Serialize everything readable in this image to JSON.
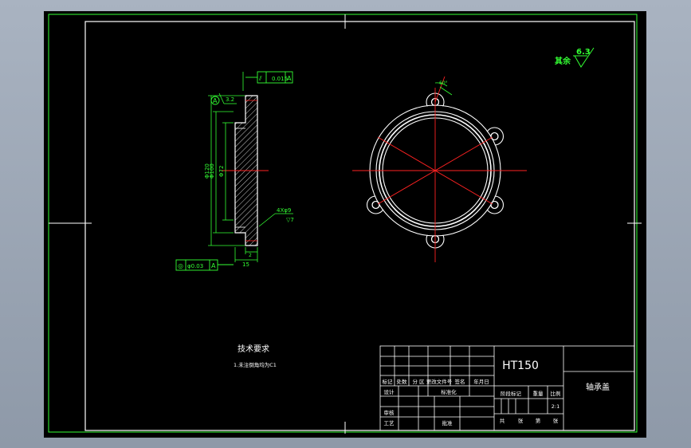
{
  "drawing": {
    "tech_requirements_title": "技术要求",
    "tech_requirements_item": "1.未注倒角均为C1",
    "surface_roughness_label": "其余",
    "surface_roughness_value": "6.3",
    "gdt_top": {
      "symbol": "⫽",
      "value": "0.015",
      "datum": "A"
    },
    "gdt_bottom": {
      "symbol": "◎",
      "value": "φ0.03",
      "datum": "A"
    },
    "datum_label": "A",
    "roughness_left": "3.2",
    "dim_outer": "Φ120",
    "dim_mid": "Φ100",
    "dim_inner": "Φ72",
    "hole_callout": "4Xφ9",
    "hole_callout_depth": "▽7",
    "dim_thickness": "15",
    "dim_step": "2",
    "angle_label": "60°"
  },
  "title_block": {
    "material": "HT150",
    "part_name": "轴承盖",
    "scale_value": "2:1",
    "row_labels": [
      "标记",
      "处数",
      "分 区",
      "更改文件号",
      "签名",
      "年月日"
    ],
    "designer_label": "设计",
    "standardize_label": "标准化",
    "stage_mark_label": "阶段标记",
    "weight_label": "重量",
    "scale_label": "比例",
    "review_label": "审核",
    "process_label": "工艺",
    "approve_label": "批准",
    "sheet_labels": [
      "共",
      "张",
      "第",
      "张"
    ]
  }
}
